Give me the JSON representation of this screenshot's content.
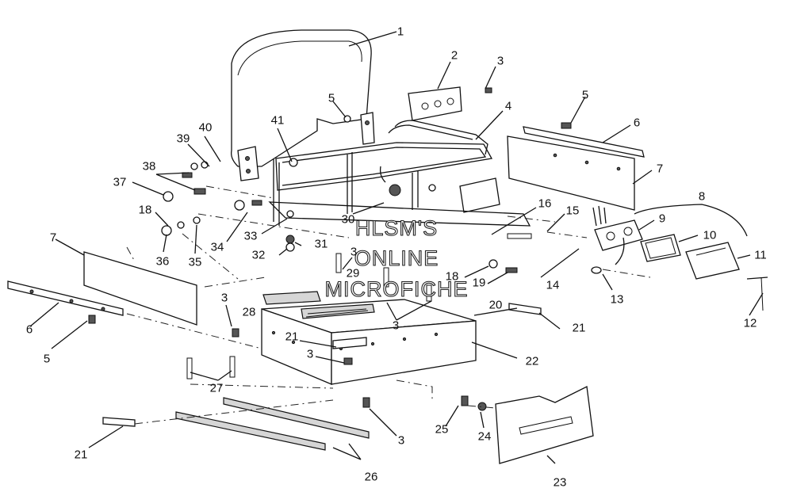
{
  "watermark": {
    "line1": "HLSM'S",
    "line2": "ONLINE",
    "line3": "MICROFICHE"
  },
  "callouts": [
    {
      "id": "c1",
      "text": "1"
    },
    {
      "id": "c2",
      "text": "2"
    },
    {
      "id": "c3a",
      "text": "3"
    },
    {
      "id": "c4",
      "text": "4"
    },
    {
      "id": "c5a",
      "text": "5"
    },
    {
      "id": "c5b",
      "text": "5"
    },
    {
      "id": "c6a",
      "text": "6"
    },
    {
      "id": "c7a",
      "text": "7"
    },
    {
      "id": "c8",
      "text": "8"
    },
    {
      "id": "c9",
      "text": "9"
    },
    {
      "id": "c10",
      "text": "10"
    },
    {
      "id": "c11",
      "text": "11"
    },
    {
      "id": "c12",
      "text": "12"
    },
    {
      "id": "c13",
      "text": "13"
    },
    {
      "id": "c14",
      "text": "14"
    },
    {
      "id": "c15",
      "text": "15"
    },
    {
      "id": "c16",
      "text": "16"
    },
    {
      "id": "c18a",
      "text": "18"
    },
    {
      "id": "c19",
      "text": "19"
    },
    {
      "id": "c18b",
      "text": "18"
    },
    {
      "id": "c20",
      "text": "20"
    },
    {
      "id": "c21a",
      "text": "21"
    },
    {
      "id": "c22",
      "text": "22"
    },
    {
      "id": "c21b",
      "text": "21"
    },
    {
      "id": "c23",
      "text": "23"
    },
    {
      "id": "c24",
      "text": "24"
    },
    {
      "id": "c25",
      "text": "25"
    },
    {
      "id": "c26",
      "text": "26"
    },
    {
      "id": "c27",
      "text": "27"
    },
    {
      "id": "c3b",
      "text": "3"
    },
    {
      "id": "c3c",
      "text": "3"
    },
    {
      "id": "c3d",
      "text": "3"
    },
    {
      "id": "c3e",
      "text": "3"
    },
    {
      "id": "c3f",
      "text": "3"
    },
    {
      "id": "c21c",
      "text": "21"
    },
    {
      "id": "c28",
      "text": "28"
    },
    {
      "id": "c29",
      "text": "29"
    },
    {
      "id": "c30",
      "text": "30"
    },
    {
      "id": "c31",
      "text": "31"
    },
    {
      "id": "c32",
      "text": "32"
    },
    {
      "id": "c33",
      "text": "33"
    },
    {
      "id": "c34",
      "text": "34"
    },
    {
      "id": "c35",
      "text": "35"
    },
    {
      "id": "c36",
      "text": "36"
    },
    {
      "id": "c37",
      "text": "37"
    },
    {
      "id": "c38",
      "text": "38"
    },
    {
      "id": "c39",
      "text": "39"
    },
    {
      "id": "c40",
      "text": "40"
    },
    {
      "id": "c41",
      "text": "41"
    },
    {
      "id": "c7b",
      "text": "7"
    },
    {
      "id": "c6b",
      "text": "6"
    },
    {
      "id": "c5c",
      "text": "5"
    }
  ]
}
